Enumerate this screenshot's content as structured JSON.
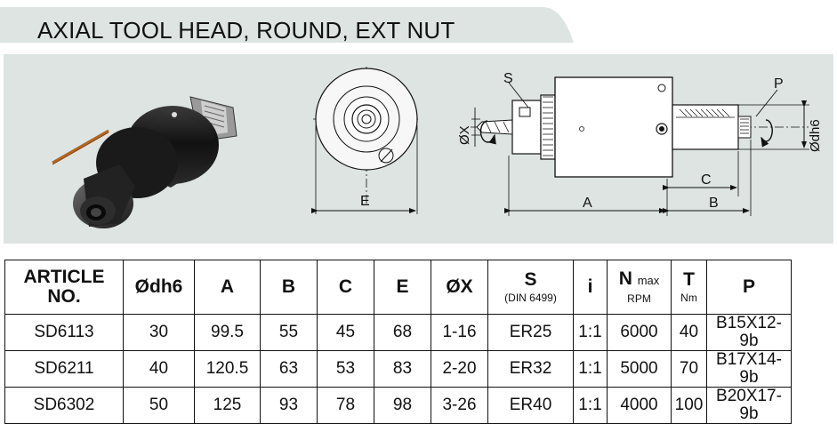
{
  "title": "AXIAL TOOL HEAD, ROUND, EXT NUT",
  "drawing_labels": {
    "S": "S",
    "P": "P",
    "E": "E",
    "A": "A",
    "B": "B",
    "C": "C",
    "OX": "ØX",
    "Odh6": "Ødh6"
  },
  "table": {
    "headers": {
      "article": "ARTICLE",
      "article_2": "NO.",
      "odh6": "Ødh6",
      "a": "A",
      "b": "B",
      "c": "C",
      "e": "E",
      "ox": "ØX",
      "s": "S",
      "s_sub": "(DIN 6499)",
      "i": "i",
      "n": "N",
      "n_max": "max",
      "n_sub": "RPM",
      "t": "T",
      "t_sub": "Nm",
      "p": "P"
    },
    "rows": [
      {
        "article": "SD6113",
        "odh6": "30",
        "a": "99.5",
        "b": "55",
        "c": "45",
        "e": "68",
        "ox": "1-16",
        "s": "ER25",
        "i": "1:1",
        "n": "6000",
        "t": "40",
        "p": "B15X12-9b"
      },
      {
        "article": "SD6211",
        "odh6": "40",
        "a": "120.5",
        "b": "63",
        "c": "53",
        "e": "83",
        "ox": "2-20",
        "s": "ER32",
        "i": "1:1",
        "n": "5000",
        "t": "70",
        "p": "B17X14-9b"
      },
      {
        "article": "SD6302",
        "odh6": "50",
        "a": "125",
        "b": "93",
        "c": "78",
        "e": "98",
        "ox": "3-26",
        "s": "ER40",
        "i": "1:1",
        "n": "4000",
        "t": "100",
        "p": "B20X17-9b"
      }
    ]
  },
  "colors": {
    "panel_bg": "#dde4e2",
    "title_band": "#dde4e2",
    "line": "#111111"
  }
}
